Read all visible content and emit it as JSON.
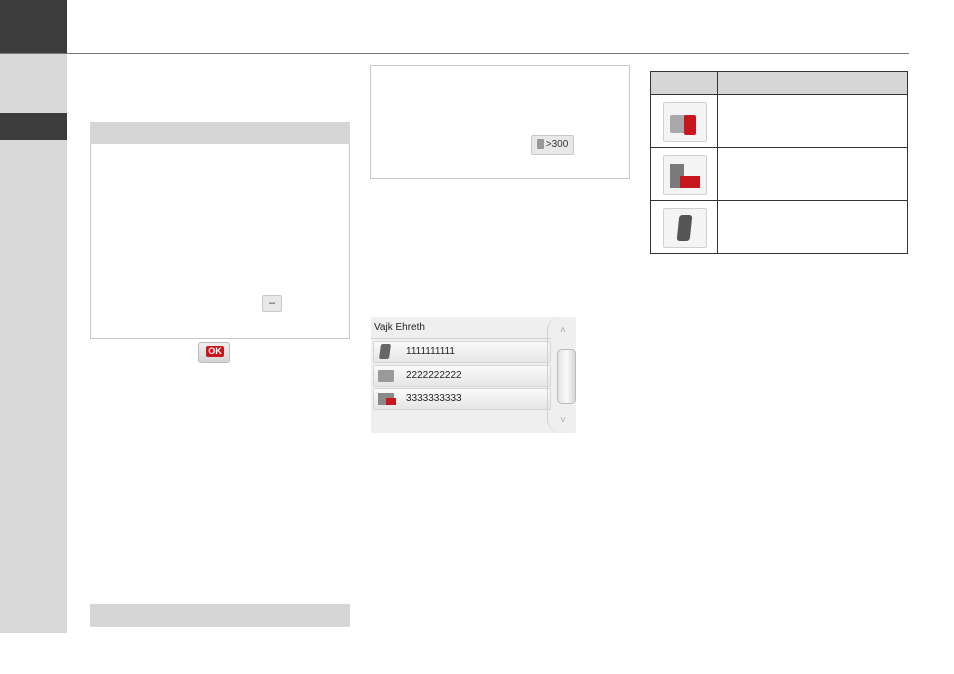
{
  "icons": {
    "ok_button": "ok-icon",
    "small_button": "delete-char-icon",
    "contacts_button": "contacts-icon",
    "table": [
      "home-phone-icon",
      "work-phone-icon",
      "mobile-phone-icon"
    ]
  },
  "ok_label": "OK",
  "count_button": {
    "label": ">300"
  },
  "contact": {
    "name": "Vajk Ehreth",
    "numbers": [
      {
        "number": "1111111111",
        "icon": "mobile-phone-icon"
      },
      {
        "number": "2222222222",
        "icon": "home-phone-icon"
      },
      {
        "number": "3333333333",
        "icon": "work-phone-icon"
      }
    ],
    "scroll_up": "˄",
    "scroll_down": "˅"
  },
  "colors": {
    "sidebar": "#d8d8d8",
    "tab_dark": "#3c3c3c",
    "accent_red": "#c8161d"
  }
}
